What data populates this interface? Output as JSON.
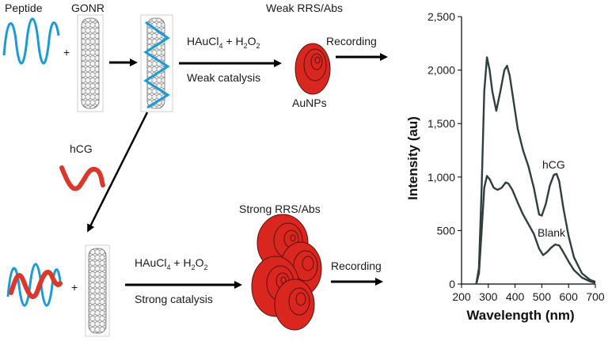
{
  "labels": {
    "peptide": "Peptide",
    "gonr": "GONR",
    "plus": "+",
    "weak_signal": "Weak RRS/Abs",
    "strong_signal": "Strong RRS/Abs",
    "hcg": "hCG",
    "aunps": "AuNPs",
    "recording": "Recording",
    "reagent_prefix": "HAuCl",
    "reagent_sub1": "4",
    "reagent_mid": " + H",
    "reagent_sub2": "2",
    "reagent_mid2": "O",
    "reagent_sub3": "2",
    "weak_catalysis": "Weak catalysis",
    "strong_catalysis": "Strong catalysis"
  },
  "colors": {
    "peptide": "#1b9ad6",
    "hcg": "#d9382c",
    "aunp": "#d9261f",
    "nanotube": "#7f7f7f",
    "spectrum_line": "#2f3f3f"
  },
  "chart_data": {
    "type": "line",
    "xlabel": "Wavelength (nm)",
    "ylabel": "Intensity (au)",
    "xlim": [
      200,
      700
    ],
    "ylim": [
      0,
      2500
    ],
    "xticks": [
      200,
      300,
      400,
      500,
      600,
      700
    ],
    "yticks": [
      0,
      500,
      1000,
      1500,
      2000,
      2500
    ],
    "ytick_labels": [
      "0",
      "500",
      "1,000",
      "1,500",
      "2,000",
      "2,500"
    ],
    "series": [
      {
        "name": "hCG",
        "x": [
          255,
          265,
          275,
          285,
          295,
          305,
          315,
          330,
          345,
          360,
          370,
          380,
          395,
          410,
          430,
          450,
          470,
          490,
          500,
          515,
          530,
          545,
          555,
          565,
          580,
          600,
          620,
          650,
          680,
          700
        ],
        "y": [
          0,
          150,
          900,
          1800,
          2120,
          2000,
          1800,
          1620,
          1800,
          2000,
          2040,
          1950,
          1700,
          1450,
          1250,
          1100,
          900,
          650,
          640,
          750,
          920,
          1020,
          1030,
          960,
          720,
          450,
          250,
          100,
          40,
          20
        ]
      },
      {
        "name": "Blank",
        "x": [
          255,
          265,
          275,
          285,
          295,
          305,
          320,
          335,
          350,
          365,
          375,
          390,
          410,
          430,
          450,
          470,
          490,
          505,
          520,
          535,
          550,
          565,
          580,
          600,
          620,
          650,
          680,
          700
        ],
        "y": [
          0,
          100,
          500,
          900,
          1010,
          980,
          900,
          880,
          900,
          950,
          940,
          880,
          760,
          650,
          560,
          470,
          330,
          270,
          300,
          340,
          370,
          360,
          300,
          210,
          130,
          60,
          25,
          10
        ]
      }
    ]
  }
}
